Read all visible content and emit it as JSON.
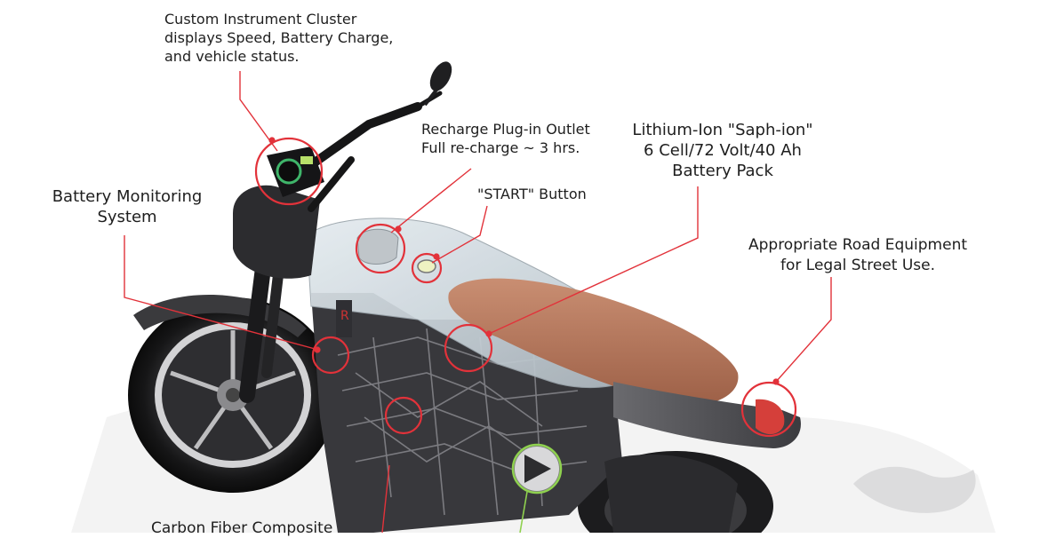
{
  "callouts": {
    "cluster": [
      "Custom Instrument Cluster",
      "displays Speed, Battery Charge,",
      "and vehicle status."
    ],
    "plug": [
      "Recharge Plug-in Outlet",
      "Full re-charge ~ 3 hrs."
    ],
    "start": [
      "\"START\" Button"
    ],
    "battery": [
      "Lithium-Ion \"Saph-ion\"",
      "6 Cell/72 Volt/40 Ah",
      "Battery Pack"
    ],
    "bms": [
      "Battery Monitoring",
      "System"
    ],
    "road": [
      "Appropriate Road Equipment",
      "for Legal Street Use."
    ],
    "carbon": [
      "Carbon Fiber Composite"
    ]
  },
  "colors": {
    "callout": "#e2323a",
    "motor_callout": "#8fd14f",
    "seat": "#b5775b",
    "body_grey": "#3f3f43",
    "tank_glass": "#cfd8de"
  }
}
